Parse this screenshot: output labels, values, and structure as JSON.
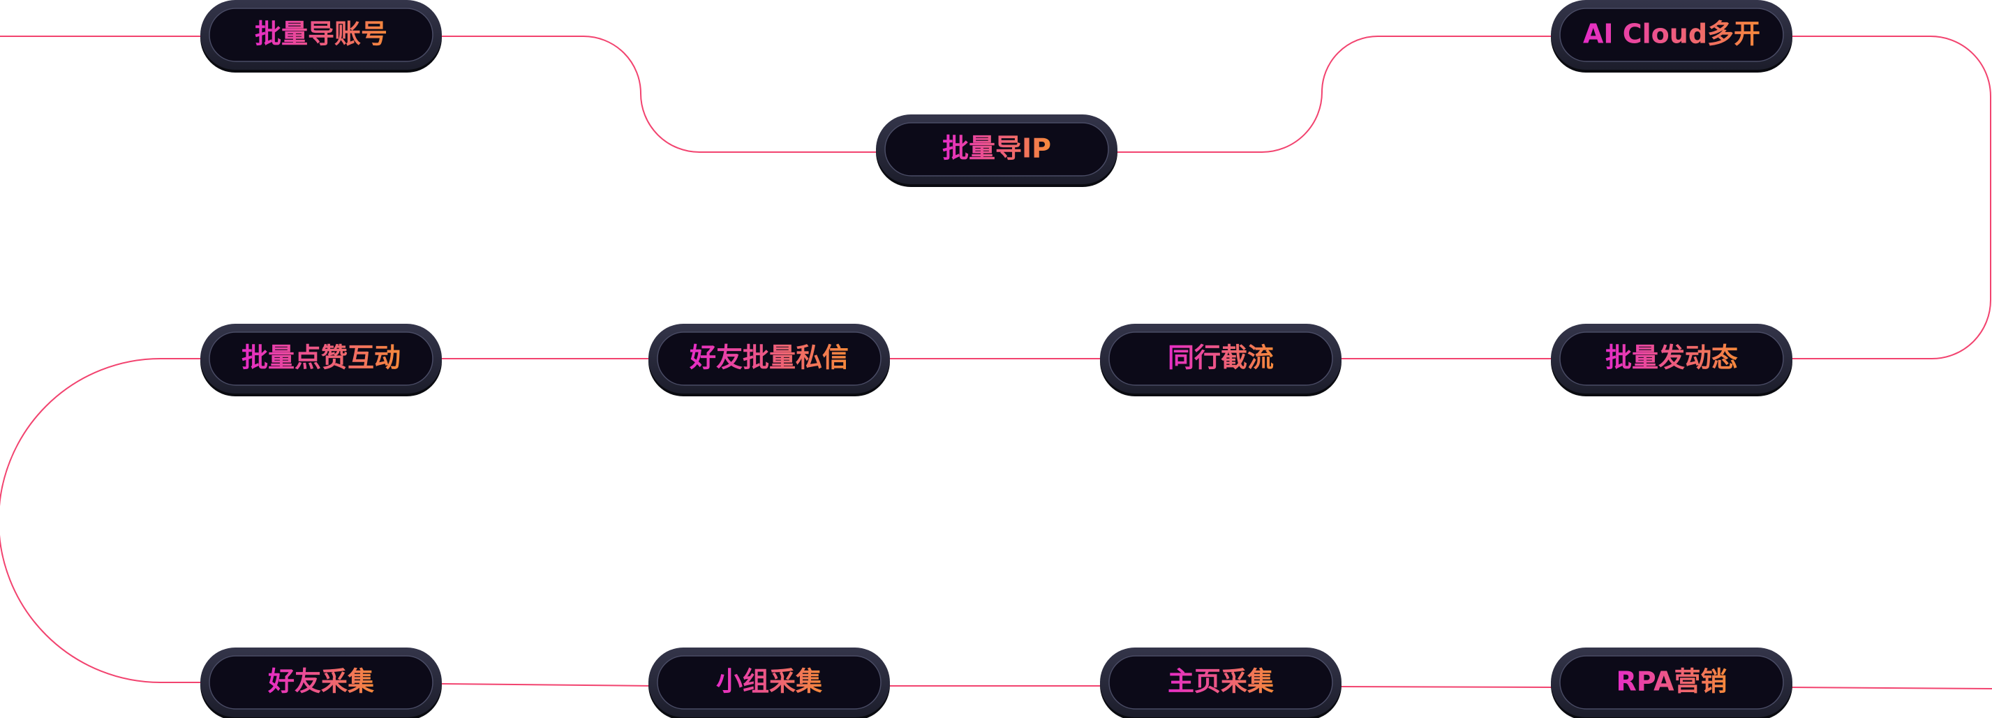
{
  "flow": {
    "steps": [
      {
        "label": "批量导账号"
      },
      {
        "label": "批量导IP"
      },
      {
        "label": "AI Cloud多开"
      },
      {
        "label": "批量发动态"
      },
      {
        "label": "同行截流"
      },
      {
        "label": "好友批量私信"
      },
      {
        "label": "批量点赞互动"
      },
      {
        "label": "好友采集"
      },
      {
        "label": "小组采集"
      },
      {
        "label": "主页采集"
      },
      {
        "label": "RPA营销"
      }
    ]
  },
  "colors": {
    "connector": "#f2436f",
    "pill_outer": "#292a3d",
    "pill_inner": "#0c0a18",
    "pill_inner_border": "#4a4c65",
    "text_gradient_start": "#e52cc7",
    "text_gradient_end": "#f5893a"
  }
}
